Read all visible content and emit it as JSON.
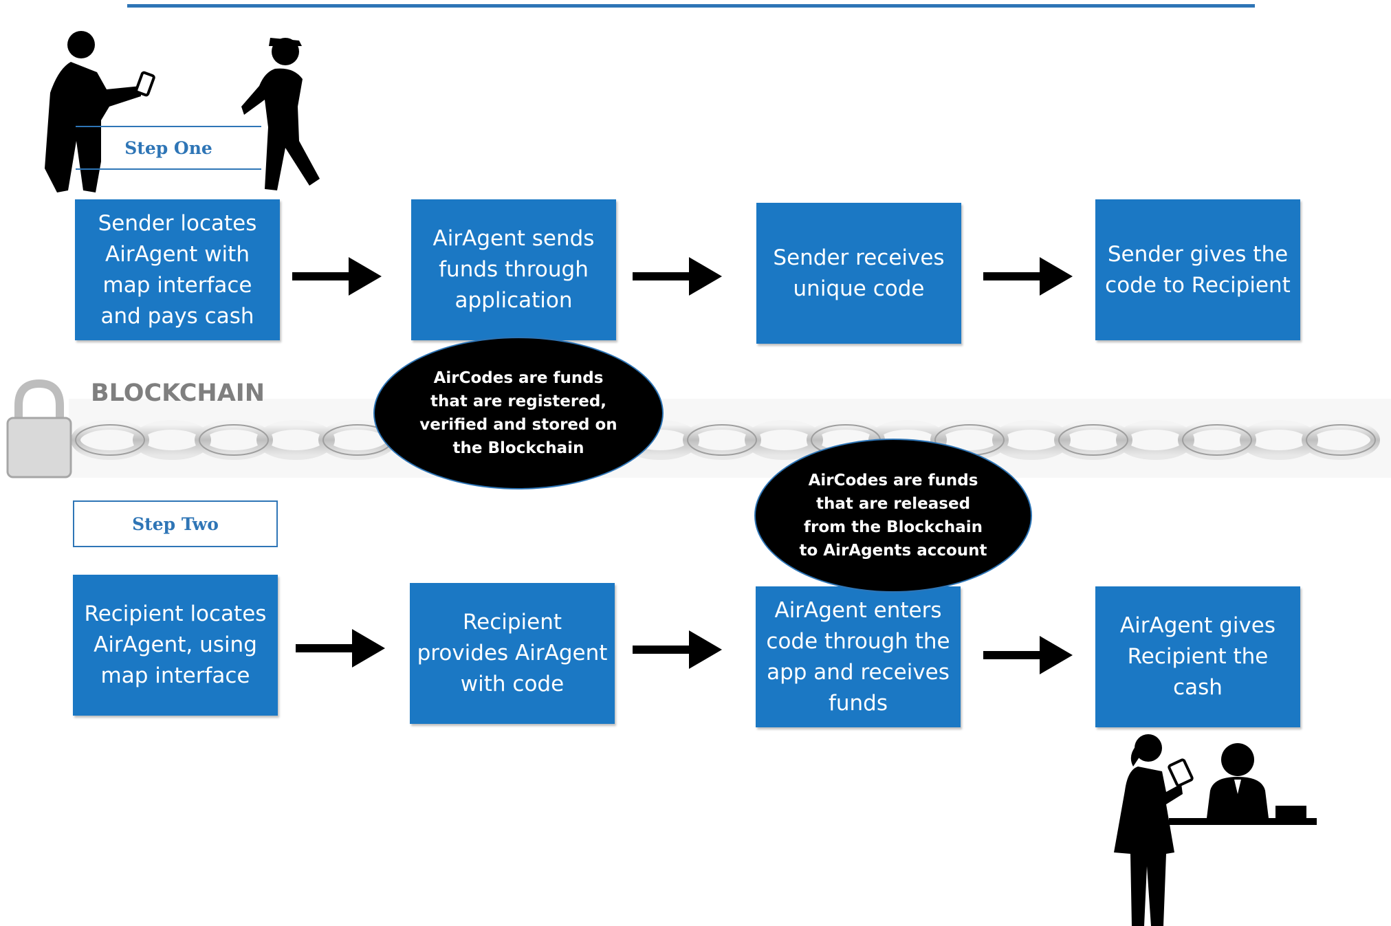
{
  "colors": {
    "box_fill": "#1b78c4",
    "accent_line": "#2e75b6",
    "step_text": "#2e75b6",
    "blockchain_label": "#7f7f7f",
    "ellipse_fill": "#000000"
  },
  "step_one": {
    "label": "Step One"
  },
  "step_two": {
    "label": "Step Two"
  },
  "row1": [
    {
      "text": "Sender locates AirAgent with map interface and pays cash"
    },
    {
      "text": "AirAgent sends funds through application"
    },
    {
      "text": "Sender receives unique code"
    },
    {
      "text": "Sender gives the code to Recipient"
    }
  ],
  "row2": [
    {
      "text": "Recipient locates AirAgent, using map interface"
    },
    {
      "text": "Recipient provides AirAgent with code"
    },
    {
      "text": "AirAgent enters code through the app and receives funds"
    },
    {
      "text": "AirAgent gives Recipient the cash"
    }
  ],
  "blockchain": {
    "label": "BLOCKCHAIN"
  },
  "callouts": [
    {
      "text": "AirCodes are funds that are registered, verified and stored on the Blockchain"
    },
    {
      "text": "AirCodes are funds that are released from the Blockchain to AirAgents account"
    }
  ],
  "icons": {
    "lock": "padlock-icon",
    "chain": "chain-icon",
    "arrow": "right-arrow-icon",
    "people_top": "sender-and-agent-figures",
    "people_bottom": "recipient-at-counter-figures"
  }
}
